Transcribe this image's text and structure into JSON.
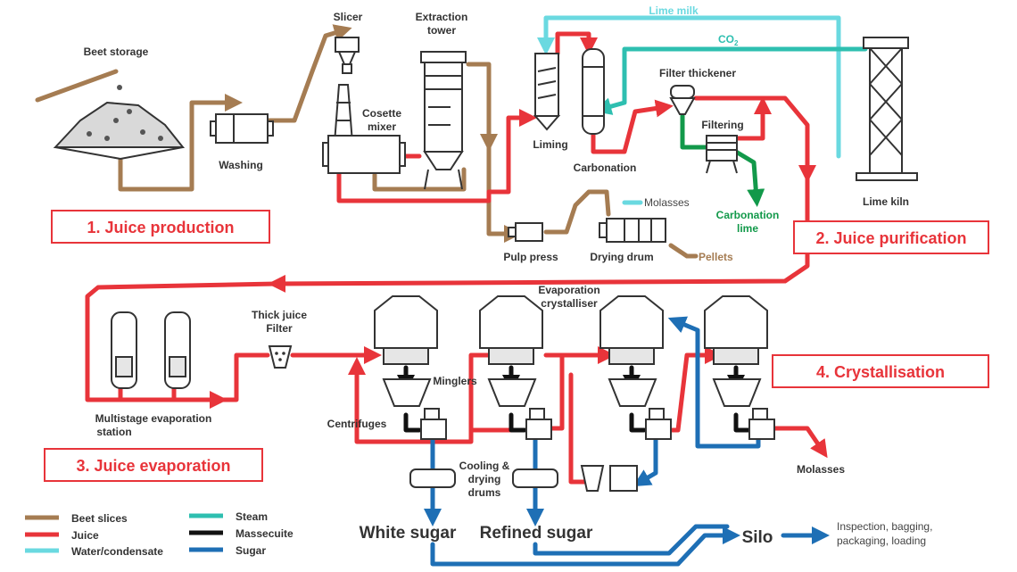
{
  "colors": {
    "beet": "#a57c52",
    "juice": "#e8343a",
    "water": "#6ad9e0",
    "steam": "#2ebfb0",
    "massecuite": "#111111",
    "sugar": "#1e6fb5",
    "lime_green": "#12994a",
    "outline": "#333333"
  },
  "sections": {
    "s1": "1. Juice production",
    "s2": "2. Juice purification",
    "s3": "3. Juice evaporation",
    "s4": "4. Crystallisation"
  },
  "labels": {
    "beet_storage": "Beet storage",
    "washing": "Washing",
    "slicer": "Slicer",
    "extraction_tower_1": "Extraction",
    "extraction_tower_2": "tower",
    "cosette_mixer_1": "Cosette",
    "cosette_mixer_2": "mixer",
    "lime_milk": "Lime milk",
    "co2": "CO",
    "co2_sub": "2",
    "liming": "Liming",
    "carbonation": "Carbonation",
    "filter_thickener": "Filter thickener",
    "filtering": "Filtering",
    "carbonation_lime_1": "Carbonation",
    "carbonation_lime_2": "lime",
    "lime_kiln": "Lime kiln",
    "molasses_top": "Molasses",
    "pulp_press": "Pulp press",
    "drying_drum": "Drying drum",
    "pellets": "Pellets",
    "thick_juice_filter_1": "Thick juice",
    "thick_juice_filter_2": "Filter",
    "evap_cryst_1": "Evaporation",
    "evap_cryst_2": "crystalliser",
    "minglers": "Minglers",
    "centrifuges": "Centrifuges",
    "multistage_1": "Multistage evaporation",
    "multistage_2": "station",
    "cooling_1": "Cooling &",
    "cooling_2": "drying",
    "cooling_3": "drums",
    "molasses_bottom": "Molasses",
    "white_sugar": "White sugar",
    "refined_sugar": "Refined sugar",
    "silo": "Silo",
    "inspection_1": "Inspection, bagging,",
    "inspection_2": "packaging, loading"
  },
  "legend": [
    {
      "label": "Beet slices",
      "color": "#a57c52"
    },
    {
      "label": "Juice",
      "color": "#e8343a"
    },
    {
      "label": "Water/condensate",
      "color": "#6ad9e0"
    },
    {
      "label": "Steam",
      "color": "#2ebfb0"
    },
    {
      "label": "Massecuite",
      "color": "#111111"
    },
    {
      "label": "Sugar",
      "color": "#1e6fb5"
    }
  ]
}
